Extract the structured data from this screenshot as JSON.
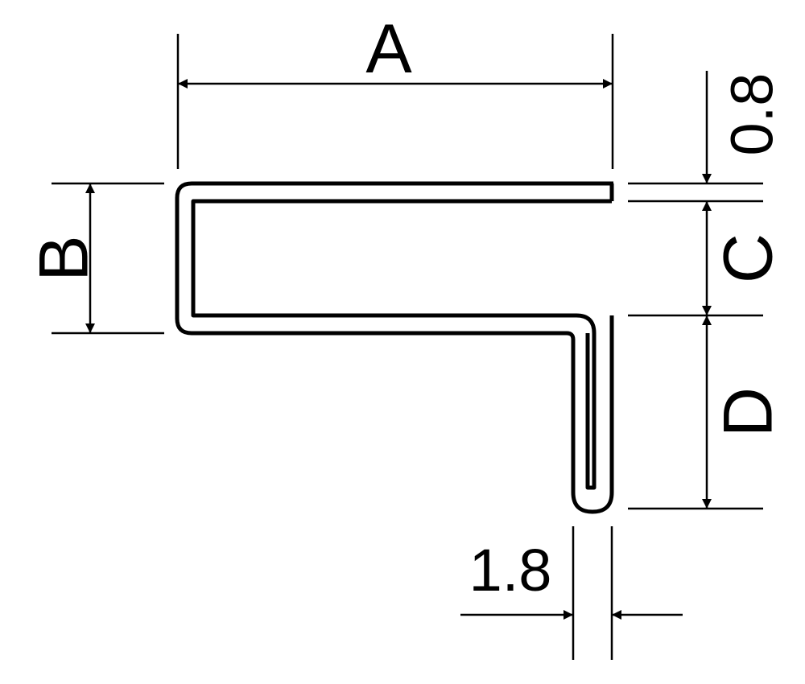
{
  "labels": {
    "a": "A",
    "b": "B",
    "c": "C",
    "d": "D",
    "thickness_top": "0.8",
    "leg_width": "1.8"
  },
  "colors": {
    "line": "#000000",
    "background": "#ffffff"
  }
}
